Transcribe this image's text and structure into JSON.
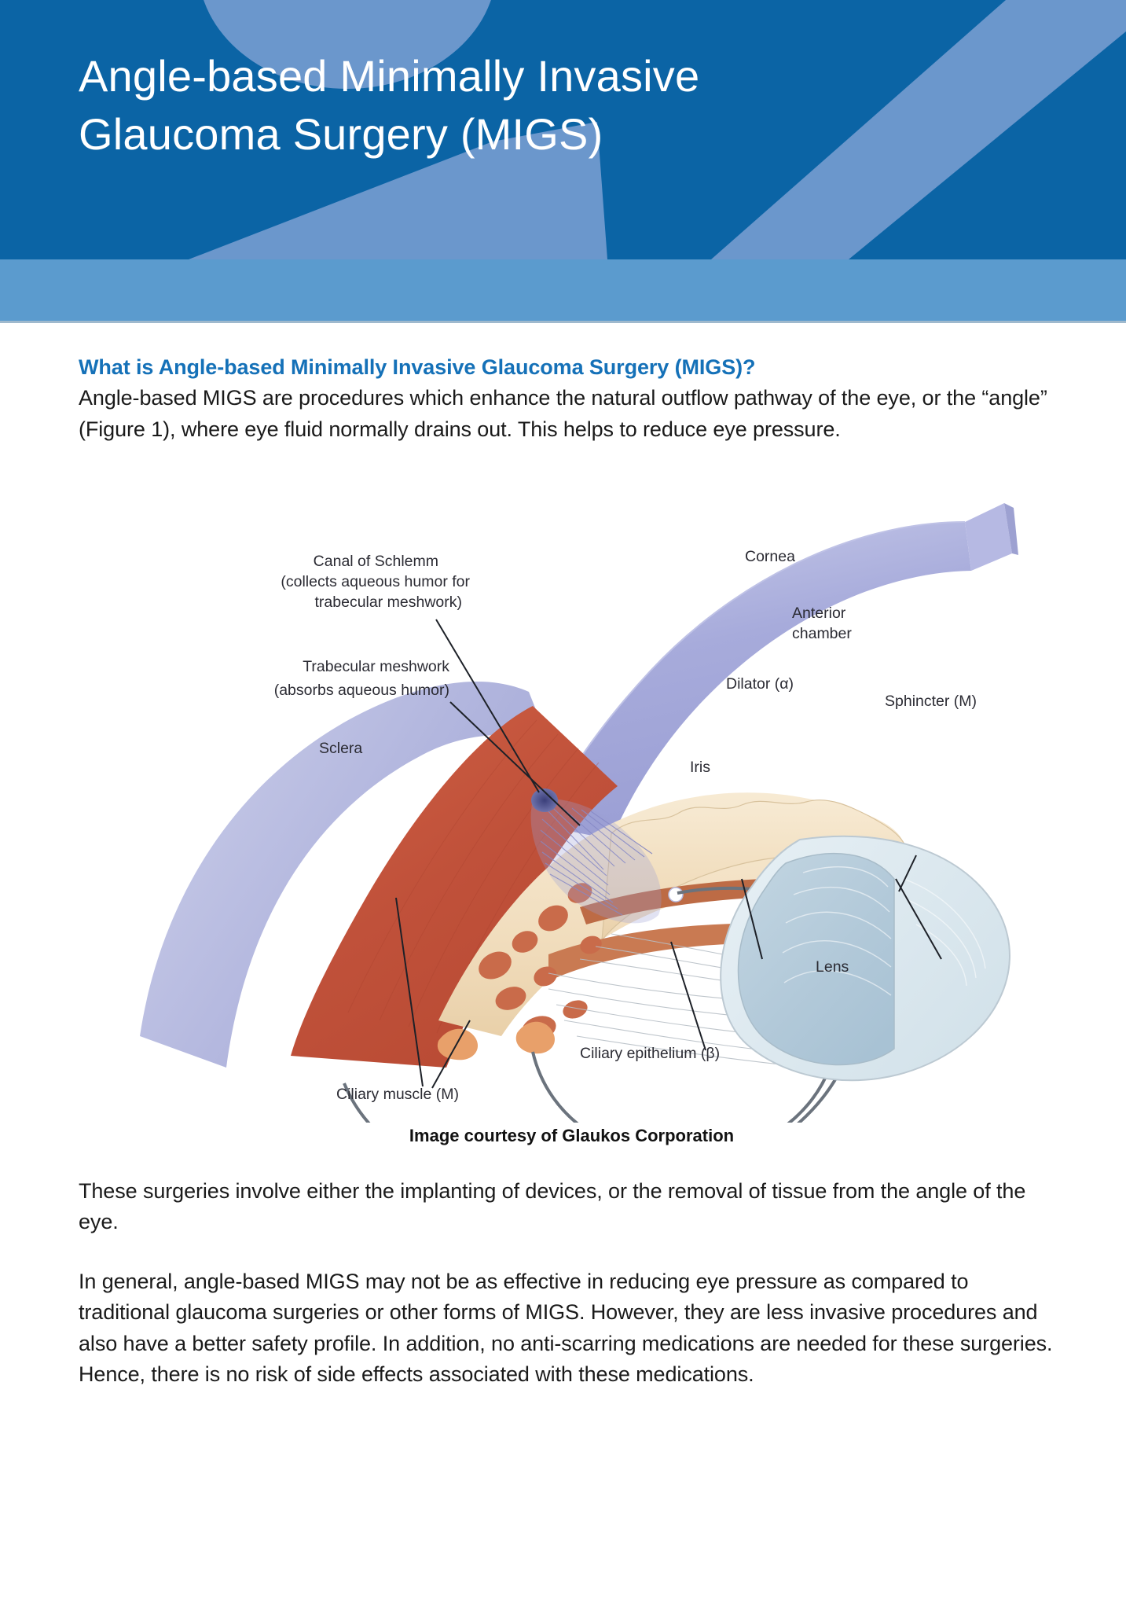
{
  "header": {
    "title": "Angle-based Minimally Invasive\nGlaucoma Surgery (MIGS)",
    "bg_color": "#0B64A5",
    "shape_color": "#6B97CC",
    "band_color": "#5B9BCE"
  },
  "content": {
    "heading": "What is Angle-based Minimally Invasive Glaucoma Surgery (MIGS)?",
    "heading_color": "#1571B8",
    "intro_paragraph": "Angle-based MIGS are procedures which enhance the natural outflow pathway of the eye, or the “angle” (Figure 1), where eye fluid normally drains out. This helps to reduce eye pressure.",
    "paragraph_2": "These surgeries involve either the implanting of devices, or the removal of tissue from the angle of the eye.",
    "paragraph_3": "In general, angle-based MIGS may not be as effective in reducing eye pressure as compared to traditional glaucoma surgeries or other forms of MIGS. However, they are less invasive procedures and also have a better safety profile. In addition, no anti-scarring medications are needed for these surgeries. Hence, there is no risk of side effects associated with these medications."
  },
  "figure": {
    "caption": "Image courtesy of Glaukos Corporation",
    "alt": "Cross-sectional anatomical illustration of the anterior segment of the eye showing the aqueous outflow pathway",
    "labels": {
      "canal_of_schlemm": "Canal of Schlemm",
      "canal_of_schlemm_sub1": "(collects aqueous humor for",
      "canal_of_schlemm_sub2": "trabecular meshwork)",
      "trabecular_meshwork": "Trabecular meshwork",
      "trabecular_meshwork_sub": "(absorbs aqueous humor)",
      "sclera": "Sclera",
      "cornea": "Cornea",
      "anterior_chamber_l1": "Anterior",
      "anterior_chamber_l2": "chamber",
      "dilator": "Dilator (α)",
      "sphincter": "Sphincter (M)",
      "iris": "Iris",
      "lens": "Lens",
      "ciliary_epithelium": "Ciliary epithelium (β)",
      "ciliary_muscle": "Ciliary muscle (M)"
    },
    "colors": {
      "cornea": "#a9aede",
      "sclera": "#b6badf",
      "ciliary_muscle": "#c4543c",
      "iris_stroma": "#f2dfc0",
      "lens": "#b9cfdd",
      "outline": "#6b737d"
    }
  }
}
